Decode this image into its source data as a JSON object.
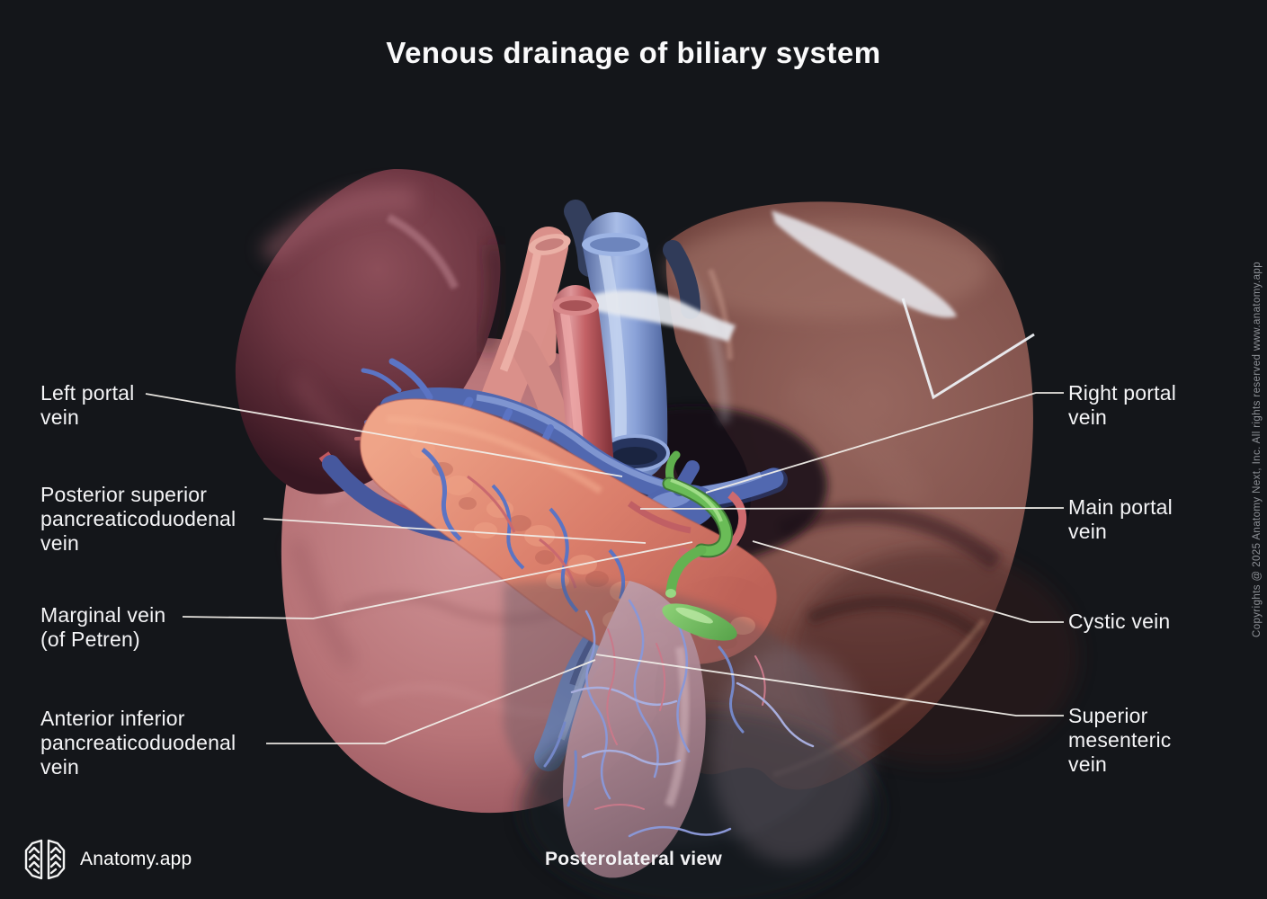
{
  "title": "Venous drainage of biliary system",
  "view_caption": "Posterolateral view",
  "brand": {
    "name": "Anatomy.app"
  },
  "copyright_vertical": "Copyrights @ 2025 Anatomy Next, Inc. All rights reserved www.anatomy.app",
  "figure": {
    "description": "3D anatomical illustration of liver, spleen, pancreas, duodenum and the portal venous system, posterolateral view",
    "labels": {
      "left_portal": "Left portal\nvein",
      "posterior_superior_pd": "Posterior superior\npancreaticoduodenal\nvein",
      "marginal": "Marginal vein\n(of Petren)",
      "anterior_inferior_pd": "Anterior inferior\npancreaticoduodenal\nvein",
      "right_portal": "Right portal\nvein",
      "main_portal": "Main portal\nvein",
      "cystic": "Cystic vein",
      "superior_mesenteric": "Superior\nmesenteric\nvein"
    },
    "colors": {
      "background": "#14161a",
      "label_text": "#f4f4f6",
      "leader_line": "#f1eee9",
      "liver": "#83544e",
      "spleen": "#6b3744",
      "pancreas": "#df8a75",
      "stomach": "#c08186",
      "duodenum": "#b294a0",
      "portal_vein": "#5168b0",
      "inferior_vena_cava": "#8ba6dd",
      "aorta": "#c9565c",
      "bile_duct": "#6abc57",
      "peritoneum": "#e8eaee"
    }
  }
}
